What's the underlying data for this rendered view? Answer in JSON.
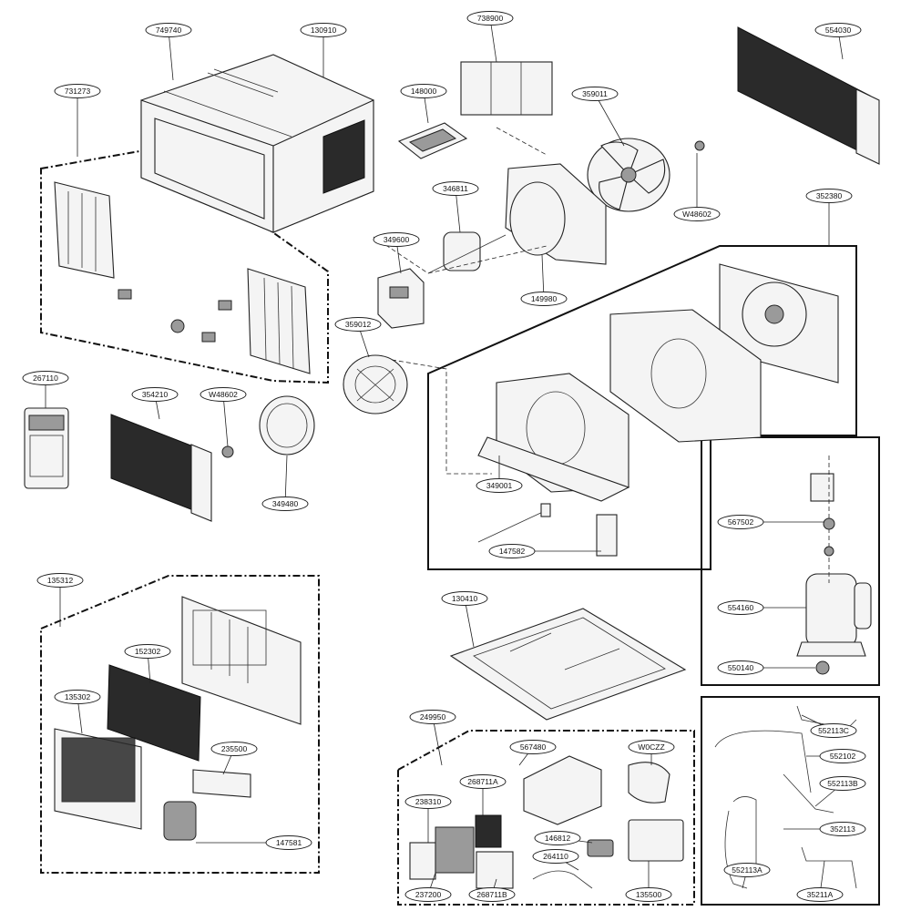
{
  "diagram": {
    "callouts": [
      {
        "id": "c-749740",
        "label": "749740"
      },
      {
        "id": "c-130910",
        "label": "130910"
      },
      {
        "id": "c-738900",
        "label": "738900"
      },
      {
        "id": "c-554030",
        "label": "554030"
      },
      {
        "id": "c-731273",
        "label": "731273"
      },
      {
        "id": "c-148000",
        "label": "148000"
      },
      {
        "id": "c-359011",
        "label": "359011"
      },
      {
        "id": "c-346811",
        "label": "346811"
      },
      {
        "id": "c-w48602-top",
        "label": "W48602"
      },
      {
        "id": "c-352380",
        "label": "352380"
      },
      {
        "id": "c-349600",
        "label": "349600"
      },
      {
        "id": "c-149980",
        "label": "149980"
      },
      {
        "id": "c-359012",
        "label": "359012"
      },
      {
        "id": "c-267110",
        "label": "267110"
      },
      {
        "id": "c-354210",
        "label": "354210"
      },
      {
        "id": "c-w48602-left",
        "label": "W48602"
      },
      {
        "id": "c-349480",
        "label": "349480"
      },
      {
        "id": "c-349001",
        "label": "349001"
      },
      {
        "id": "c-567502",
        "label": "567502"
      },
      {
        "id": "c-147582",
        "label": "147582"
      },
      {
        "id": "c-554160",
        "label": "554160"
      },
      {
        "id": "c-135312",
        "label": "135312"
      },
      {
        "id": "c-130410",
        "label": "130410"
      },
      {
        "id": "c-550140",
        "label": "550140"
      },
      {
        "id": "c-152302",
        "label": "152302"
      },
      {
        "id": "c-135302",
        "label": "135302"
      },
      {
        "id": "c-235500",
        "label": "235500"
      },
      {
        "id": "c-552113c",
        "label": "552113C"
      },
      {
        "id": "c-249950",
        "label": "249950"
      },
      {
        "id": "c-567480",
        "label": "567480"
      },
      {
        "id": "c-w0czz",
        "label": "W0CZZ"
      },
      {
        "id": "c-552102",
        "label": "552102"
      },
      {
        "id": "c-238310",
        "label": "238310"
      },
      {
        "id": "c-268711a",
        "label": "268711A"
      },
      {
        "id": "c-552113b",
        "label": "552113B"
      },
      {
        "id": "c-147581",
        "label": "147581"
      },
      {
        "id": "c-146812",
        "label": "146812"
      },
      {
        "id": "c-352113",
        "label": "352113"
      },
      {
        "id": "c-264110",
        "label": "264110"
      },
      {
        "id": "c-552113a",
        "label": "552113A"
      },
      {
        "id": "c-237200",
        "label": "237200"
      },
      {
        "id": "c-268711b",
        "label": "268711B"
      },
      {
        "id": "c-135500",
        "label": "135500"
      },
      {
        "id": "c-35211a",
        "label": "35211A"
      }
    ]
  }
}
